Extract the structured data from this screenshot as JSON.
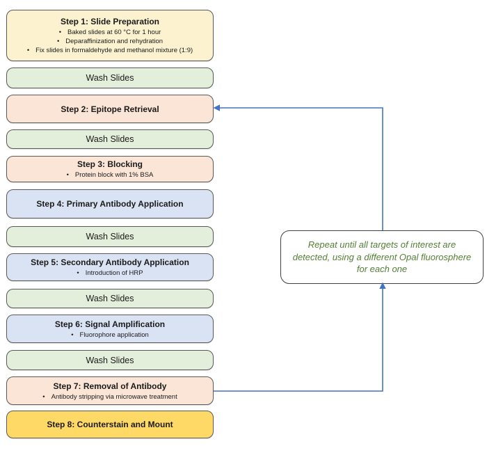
{
  "diagram": {
    "boxes": [
      {
        "id": "step1",
        "type": "step",
        "title": "Step 1: Slide Preparation",
        "bullets": [
          "Baked slides at 60 °C for 1 hour",
          "Deparaffinization and rehydration",
          "Fix slides in formaldehyde and methanol mixture (1:9)"
        ],
        "fill": "#FDF2CF"
      },
      {
        "id": "wash1",
        "type": "wash",
        "title": "Wash Slides",
        "fill": "#E3EFDA"
      },
      {
        "id": "step2",
        "type": "step",
        "title": "Step 2: Epitope Retrieval",
        "fill": "#FBE5D6"
      },
      {
        "id": "wash2",
        "type": "wash",
        "title": "Wash Slides",
        "fill": "#E3EFDA"
      },
      {
        "id": "step3",
        "type": "step",
        "title": "Step 3: Blocking",
        "bullets": [
          "Protein block with 1% BSA"
        ],
        "fill": "#FBE5D6"
      },
      {
        "id": "step4",
        "type": "step",
        "title": "Step 4: Primary Antibody Application",
        "fill": "#DAE3F3"
      },
      {
        "id": "wash3",
        "type": "wash",
        "title": "Wash Slides",
        "fill": "#E3EFDA"
      },
      {
        "id": "step5",
        "type": "step",
        "title": "Step 5: Secondary Antibody Application",
        "bullets": [
          "Introduction of HRP"
        ],
        "fill": "#DAE3F3"
      },
      {
        "id": "wash4",
        "type": "wash",
        "title": "Wash Slides",
        "fill": "#E3EFDA"
      },
      {
        "id": "step6",
        "type": "step",
        "title": "Step 6: Signal Amplification",
        "bullets": [
          "Fluorophore application"
        ],
        "fill": "#DAE3F3"
      },
      {
        "id": "wash5",
        "type": "wash",
        "title": "Wash Slides",
        "fill": "#E3EFDA"
      },
      {
        "id": "step7",
        "type": "step",
        "title": "Step 7: Removal of Antibody",
        "bullets": [
          "Antibody stripping via microwave treatment"
        ],
        "fill": "#FBE5D6"
      },
      {
        "id": "step8",
        "type": "step",
        "title": "Step 8: Counterstain and Mount",
        "fill": "#FFD966"
      }
    ],
    "repeat_note": {
      "lines": [
        "Repeat until all targets of interest are",
        "detected, using a different Opal fluorosphere",
        "for each one"
      ],
      "full_text": "Repeat until all targets of interest are detected, using a different Opal fluorosphere for each one",
      "text_color": "#538135"
    },
    "colors": {
      "step1_fill": "#FDF2CF",
      "wash_fill": "#E3EFDA",
      "peach_fill": "#FBE5D6",
      "blue_fill": "#DAE3F3",
      "gold_fill": "#FFD966",
      "box_border": "#595959",
      "note_border": "#404040",
      "arrow": "#4472C4",
      "text": "#1A1A1A"
    }
  }
}
